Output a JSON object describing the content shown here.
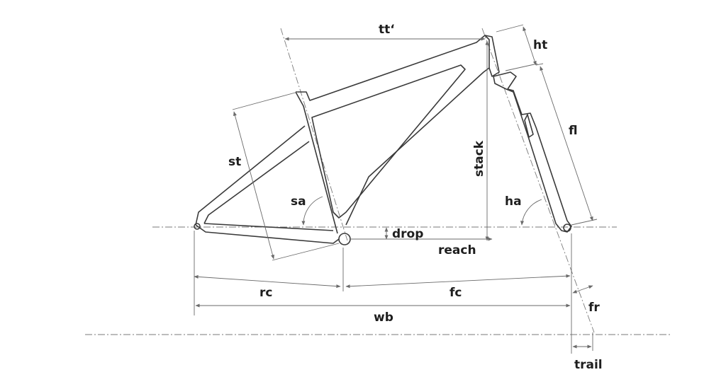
{
  "labels": {
    "tt": "tt‘",
    "ht": "ht",
    "fl": "fl",
    "st": "st",
    "stack": "stack",
    "sa": "sa",
    "ha": "ha",
    "drop": "drop",
    "reach": "reach",
    "rc": "rc",
    "fc": "fc",
    "wb": "wb",
    "fr": "fr",
    "trail": "trail"
  },
  "colors": {
    "line": "#3a3a3a",
    "text": "#1e1e1e",
    "background": "#ffffff"
  }
}
